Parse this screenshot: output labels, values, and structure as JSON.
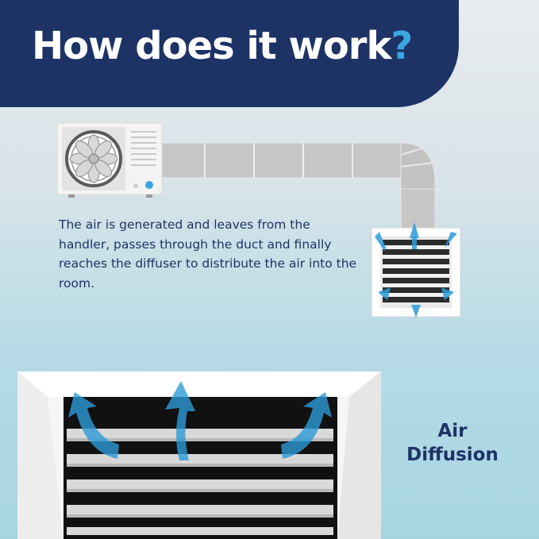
{
  "heading": {
    "text": "How does it work",
    "question_mark": "?"
  },
  "description": "The air is generated and leaves from the handler, passes through the duct and finally reaches the diffuser to distribute the air into the room.",
  "feature_label": {
    "line1": "Air",
    "line2": "Diffusion"
  },
  "colors": {
    "navy": "#1d3366",
    "accent_blue": "#3aa6e0",
    "arrow_blue": "#2d9bd8",
    "duct_gray": "#c6c6c8"
  },
  "icons": [
    "ac-unit-icon",
    "fan-icon",
    "duct-icon",
    "diffuser-icon",
    "airflow-arrow-icon"
  ]
}
